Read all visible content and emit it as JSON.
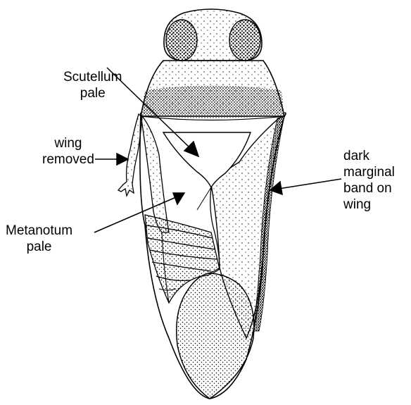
{
  "labels": {
    "scutellum": {
      "line1": "Scutellum",
      "line2": "pale"
    },
    "wing_removed": {
      "line1": "wing",
      "line2": "removed"
    },
    "metanotum": {
      "line1": "Metanotum",
      "line2": "pale"
    },
    "marginal_band": {
      "line1": "dark",
      "line2": "marginal",
      "line3": "band on",
      "line4": "wing"
    }
  },
  "colors": {
    "ink": "#000000",
    "paper": "#ffffff"
  }
}
